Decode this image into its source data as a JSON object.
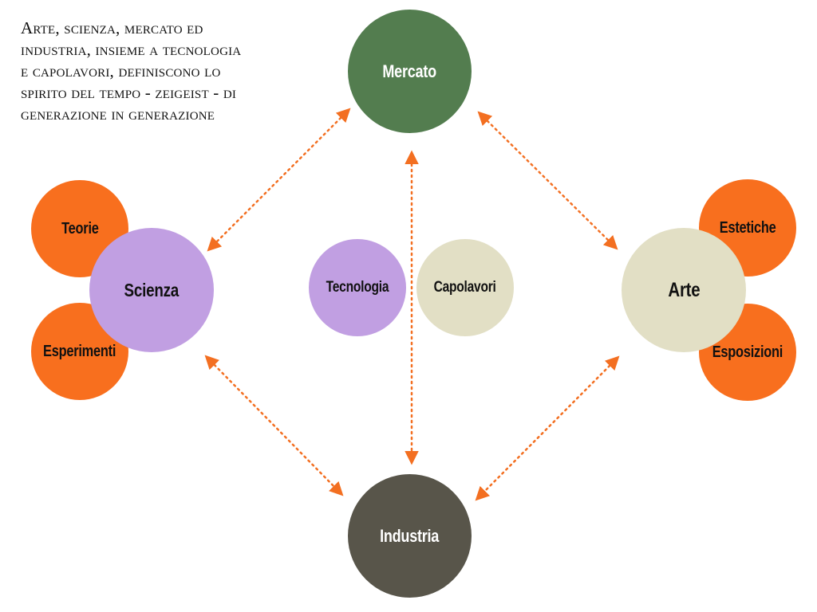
{
  "caption": {
    "lines": [
      "Arte, scienza, mercato ed",
      "industria, insieme a tecnologia",
      "e capolavori, definiscono lo",
      "spirito del tempo - zeigeist - di",
      "generazione in generazione"
    ]
  },
  "nodes": {
    "mercato": {
      "label": "Mercato",
      "color": "#537d4f",
      "text_color": "#ffffff"
    },
    "industria": {
      "label": "Industria",
      "color": "#58554a",
      "text_color": "#ffffff"
    },
    "scienza": {
      "label": "Scienza",
      "color": "#c19fe2",
      "text_color": "#111111"
    },
    "arte": {
      "label": "Arte",
      "color": "#e2dfc5",
      "text_color": "#111111"
    },
    "teorie": {
      "label": "Teorie",
      "color": "#f86f1e",
      "text_color": "#111111"
    },
    "esperimenti": {
      "label": "Esperimenti",
      "color": "#f86f1e",
      "text_color": "#111111"
    },
    "estetiche": {
      "label": "Estetiche",
      "color": "#f86f1e",
      "text_color": "#111111"
    },
    "esposizioni": {
      "label": "Esposizioni",
      "color": "#f86f1e",
      "text_color": "#111111"
    },
    "tecnologia": {
      "label": "Tecnologia",
      "color": "#c19fe2",
      "text_color": "#111111"
    },
    "capolavori": {
      "label": "Capolavori",
      "color": "#e2dfc5",
      "text_color": "#111111"
    }
  },
  "connector_color": "#f36f21"
}
